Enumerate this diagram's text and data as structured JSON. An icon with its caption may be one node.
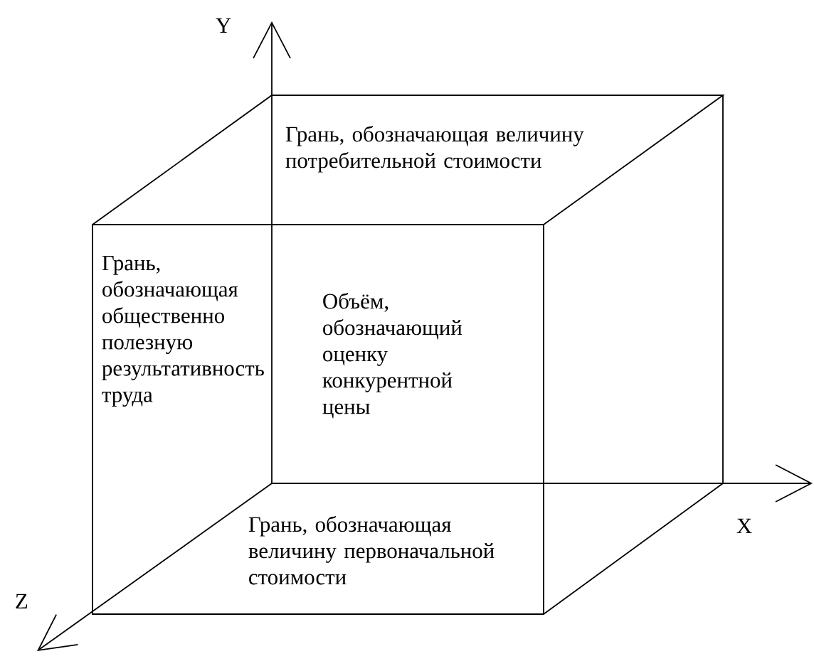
{
  "diagram": {
    "labels": [
      "Y",
      "Грань, обозначающая величину потребительной стоимости",
      "Грань, обозначающая общественно полезную результативность труда",
      "Объём, обозначающий оценку конкурентной цены",
      "Грань, обозначающая величину первоначальной стоимости",
      "X",
      "Z"
    ]
  }
}
